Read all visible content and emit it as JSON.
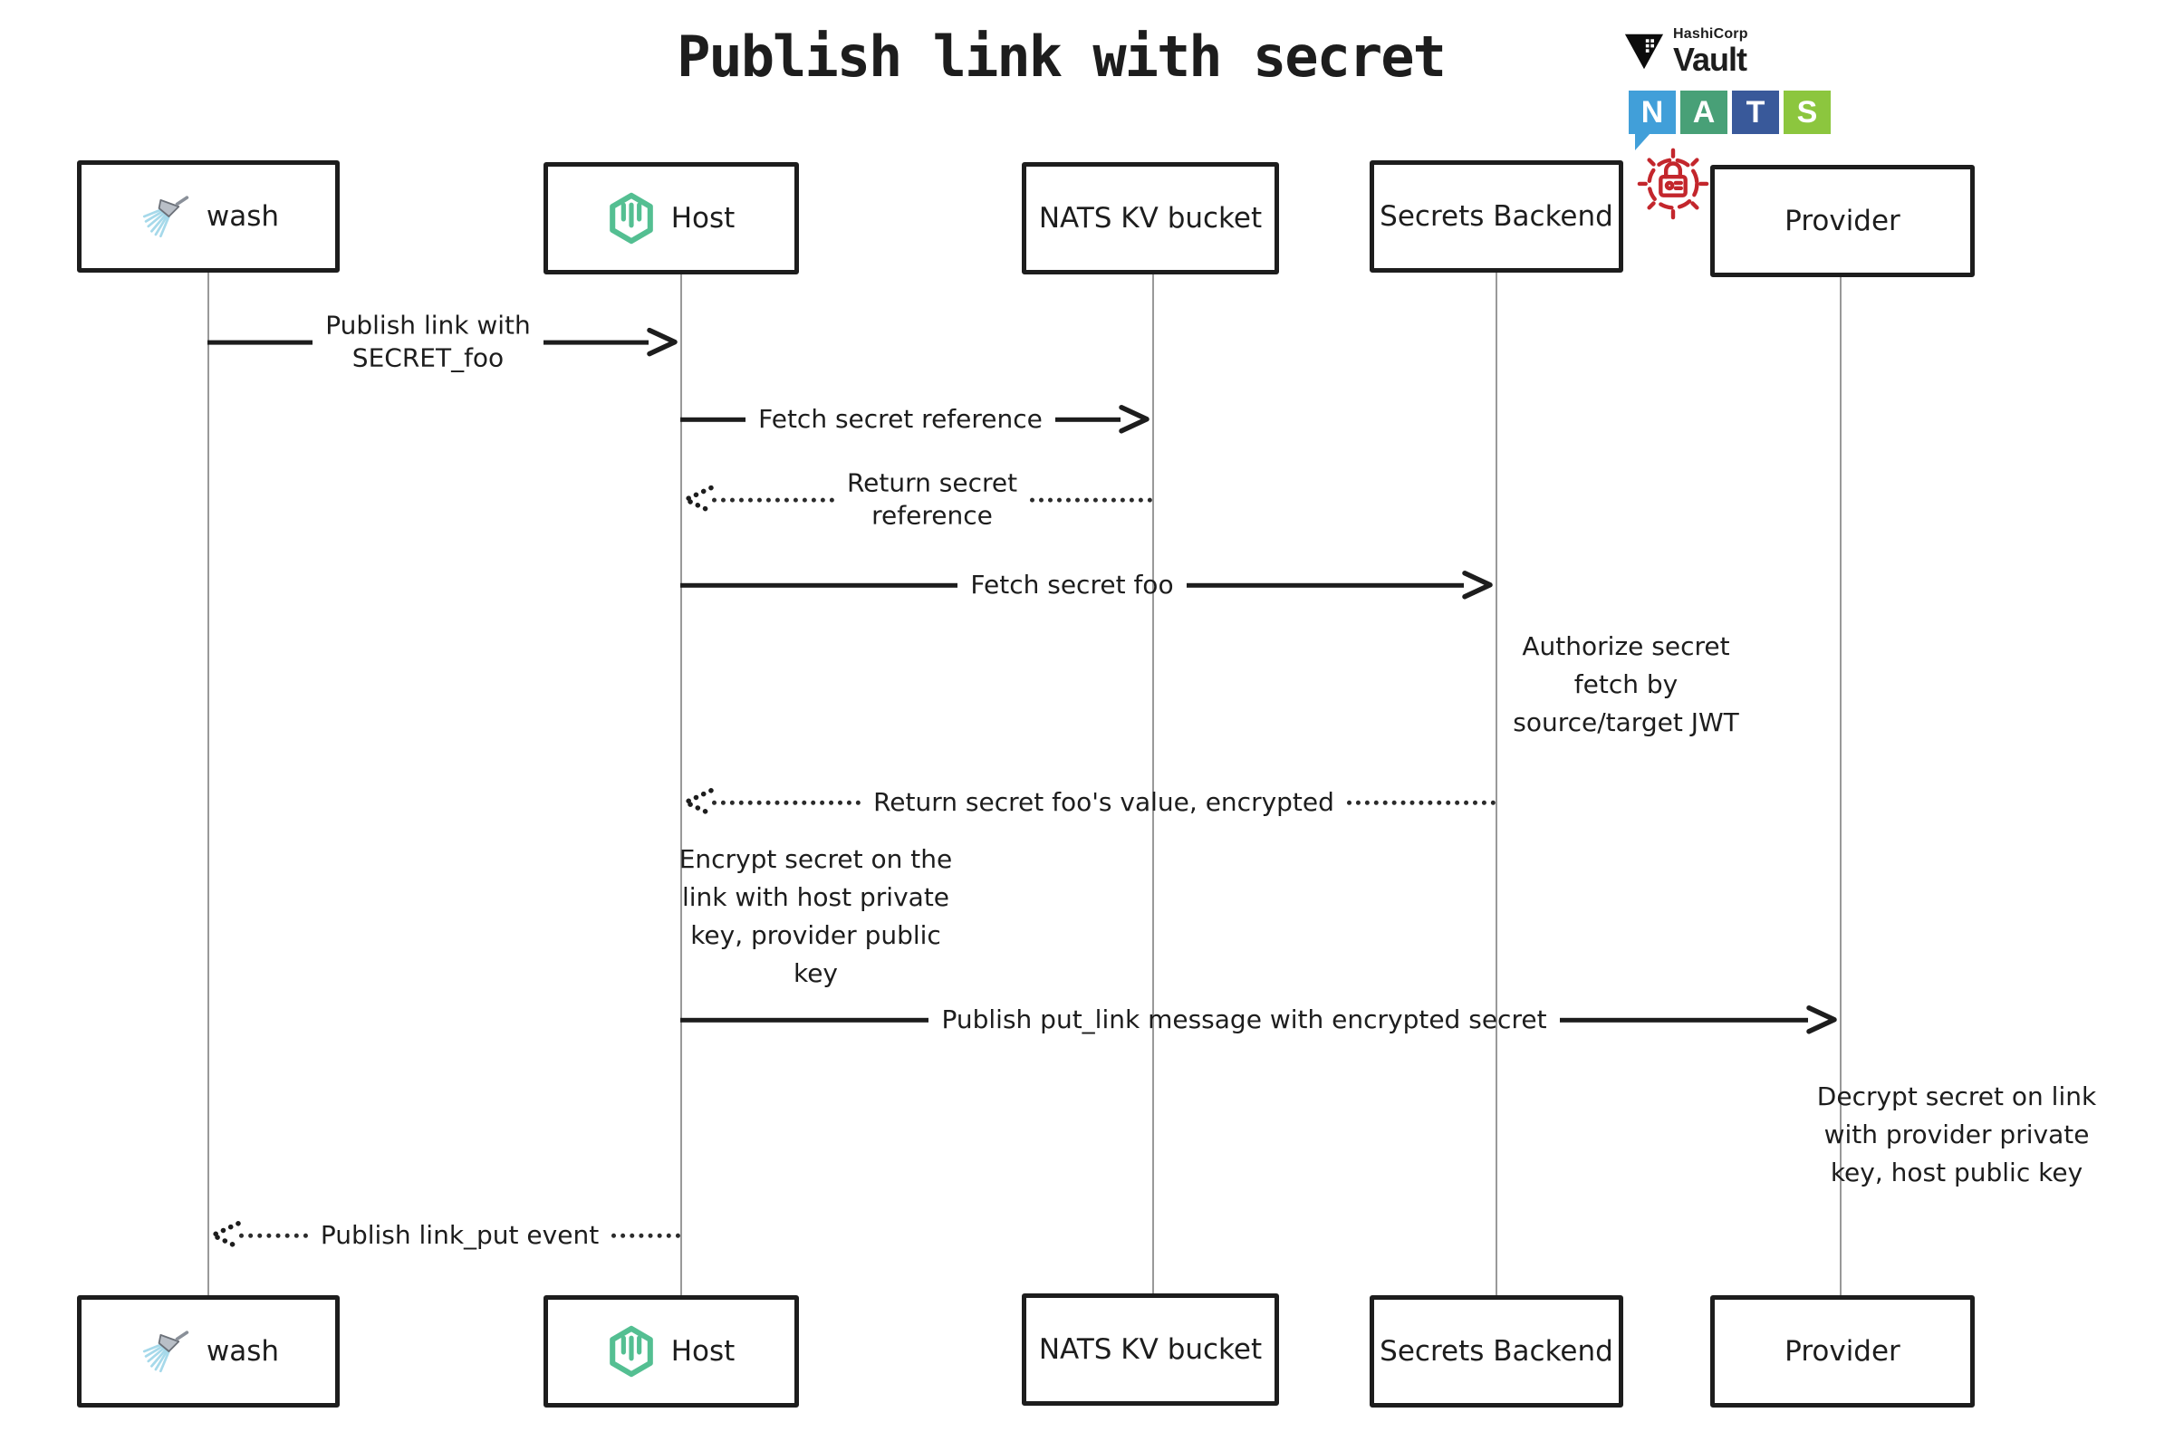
{
  "title": "Publish link with secret",
  "logos": {
    "vault": {
      "company": "HashiCorp",
      "product": "Vault"
    },
    "nats": {
      "letters": [
        "N",
        "A",
        "T",
        "S"
      ]
    }
  },
  "actors": [
    {
      "id": "wash",
      "label": "wash",
      "icon": "shower-icon"
    },
    {
      "id": "host",
      "label": "Host",
      "icon": "wasmcloud-hexagon-icon"
    },
    {
      "id": "nats-kv",
      "label": "NATS KV bucket",
      "icon": "none"
    },
    {
      "id": "secrets-backend",
      "label": "Secrets Backend",
      "icon": "none"
    },
    {
      "id": "provider",
      "label": "Provider",
      "icon": "none"
    }
  ],
  "messages": [
    {
      "from": "wash",
      "to": "host",
      "line": "solid",
      "label": "Publish link with\nSECRET_foo"
    },
    {
      "from": "host",
      "to": "nats-kv",
      "line": "solid",
      "label": "Fetch secret reference"
    },
    {
      "from": "nats-kv",
      "to": "host",
      "line": "dotted",
      "label": "Return secret\nreference"
    },
    {
      "from": "host",
      "to": "secrets-backend",
      "line": "solid",
      "label": "Fetch secret foo"
    },
    {
      "type": "note",
      "at": "secrets-backend",
      "label": "Authorize secret\nfetch by\nsource/target JWT"
    },
    {
      "from": "secrets-backend",
      "to": "host",
      "line": "dotted",
      "label": "Return secret foo's value, encrypted"
    },
    {
      "type": "note",
      "at": "host",
      "label": "Encrypt secret on the\nlink with host private\nkey, provider public\nkey"
    },
    {
      "from": "host",
      "to": "provider",
      "line": "solid",
      "label": "Publish put_link message with encrypted secret"
    },
    {
      "type": "note",
      "at": "provider",
      "label": "Decrypt secret on link\nwith provider private\nkey, host public key"
    },
    {
      "from": "host",
      "to": "wash",
      "line": "dotted",
      "label": "Publish link_put event"
    }
  ],
  "colors": {
    "ink": "#1d1d1d",
    "lifeline": "#999999",
    "nats-blue": "#419fd9",
    "nats-green": "#48a077",
    "nats-darkblue": "#39599a",
    "nats-lightgreen": "#8cc63e",
    "vault-black": "#0c0c0c",
    "lock-red": "#c3262c",
    "wasmcloud-green": "#54bf92",
    "spray-blue": "#a6d9ea",
    "nozzle-gray": "#a3a9b2"
  }
}
